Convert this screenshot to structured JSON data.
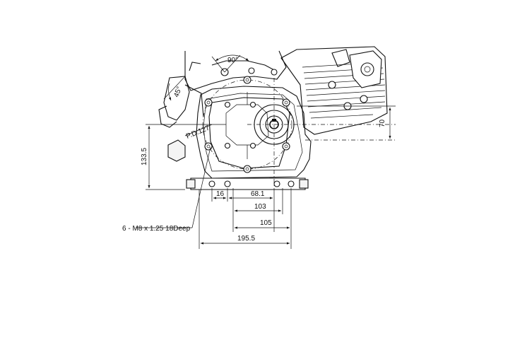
{
  "labels": {
    "angle_top": "90°",
    "angle_side": "45°",
    "pcd": "P.D.127",
    "bolt_spec": "6 - M8 x 1.25 18Deep",
    "dim_height_left": "133.5",
    "dim_height_right": "70",
    "dim_16": "16",
    "dim_68": "68.1",
    "dim_103": "103",
    "dim_105": "105",
    "dim_195": "195.5"
  },
  "colors": {
    "line": "#111111",
    "background": "#ffffff"
  }
}
